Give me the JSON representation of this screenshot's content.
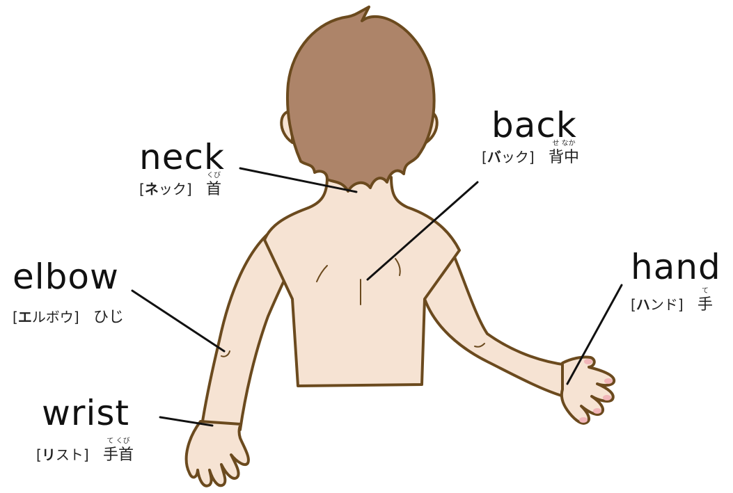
{
  "labels": {
    "neck": {
      "word": "neck",
      "kana_bracket_open": "[",
      "kana_strong": "ネ",
      "kana_rest": "ック",
      "kana_bracket_close": "]",
      "jp": "首",
      "ruby": "くび"
    },
    "back": {
      "word": "back",
      "kana_bracket_open": "[",
      "kana_strong": "バ",
      "kana_rest": "ック",
      "kana_bracket_close": "]",
      "jp": "背中",
      "ruby": "せ なか"
    },
    "elbow": {
      "word": "elbow",
      "kana_bracket_open": "[",
      "kana_strong": "エ",
      "kana_rest": "ルボウ",
      "kana_bracket_close": "]",
      "jp": "ひじ",
      "ruby": ""
    },
    "hand": {
      "word": "hand",
      "kana_bracket_open": "[",
      "kana_strong": "ハ",
      "kana_rest": "ンド",
      "kana_bracket_close": "]",
      "jp": "手",
      "ruby": "て"
    },
    "wrist": {
      "word": "wrist",
      "kana_bracket_open": "[",
      "kana_strong": "リ",
      "kana_rest": "スト",
      "kana_bracket_close": "]",
      "jp": "手首",
      "ruby": "て くび"
    }
  },
  "colors": {
    "hair": "#ad8469",
    "skin": "#f6e3d3",
    "outline": "#6b4a1e",
    "leader": "#111111",
    "nail": "#f1b6b9"
  }
}
